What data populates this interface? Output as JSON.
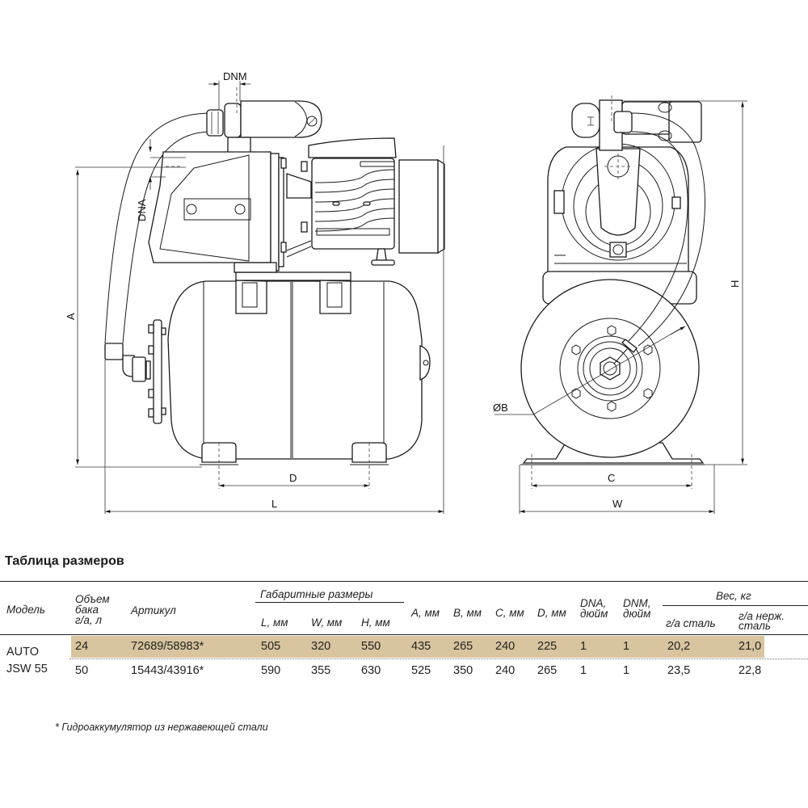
{
  "drawing": {
    "labels": {
      "dnm": "DNM",
      "dna": "DNA",
      "a": "A",
      "d": "D",
      "l": "L",
      "h": "H",
      "b": "ØB",
      "c": "C",
      "w": "W"
    }
  },
  "table": {
    "title": "Таблица размеров",
    "headers": {
      "model": "Модель",
      "volume": [
        "Объем",
        "бака",
        "г/а, л"
      ],
      "article": "Артикул",
      "overall": "Габаритные размеры",
      "l": "L, мм",
      "w": "W, мм",
      "h": "H, мм",
      "a": "A, мм",
      "b": "B, мм",
      "c": "C, мм",
      "d": "D, мм",
      "dna": [
        "DNA,",
        "дюйм"
      ],
      "dnm": [
        "DNM,",
        "дюйм"
      ],
      "weight": "Вес, кг",
      "weight_steel": "г/а сталь",
      "weight_stainless": [
        "г/а нерж.",
        "сталь"
      ]
    },
    "model": [
      "AUTO",
      "JSW 55"
    ],
    "rows": [
      {
        "volume": "24",
        "article": "72689/58983*",
        "l": "505",
        "w": "320",
        "h": "550",
        "a": "435",
        "b": "265",
        "c": "240",
        "d": "225",
        "dna": "1",
        "dnm": "1",
        "weight_steel": "20,2",
        "weight_stainless": "21,0"
      },
      {
        "volume": "50",
        "article": "15443/43916*",
        "l": "590",
        "w": "355",
        "h": "630",
        "a": "525",
        "b": "350",
        "c": "240",
        "d": "265",
        "dna": "1",
        "dnm": "1",
        "weight_steel": "23,5",
        "weight_stainless": "22,8"
      }
    ],
    "highlight_color": "#d8c49e",
    "footnote": "* Гидроаккумулятор из нержавеющей стали"
  }
}
